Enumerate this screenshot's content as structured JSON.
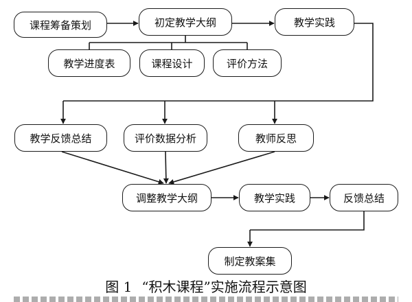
{
  "nodes": {
    "course_planning": "课程筹备策划",
    "initial_outline": "初定教学大纲",
    "teaching_practice_1": "教学实践",
    "teaching_schedule": "教学进度表",
    "course_design": "课程设计",
    "evaluation_method": "评价方法",
    "teaching_feedback_summary": "教学反馈总结",
    "evaluation_data_analysis": "评价数据分析",
    "teacher_reflection": "教师反思",
    "adjust_outline": "调整教学大纲",
    "teaching_practice_2": "教学实践",
    "feedback_summary": "反馈总结",
    "lesson_plan_set": "制定教案集"
  },
  "caption": {
    "figure_number": "图 1",
    "title": "“积木课程”实施流程示意图"
  }
}
